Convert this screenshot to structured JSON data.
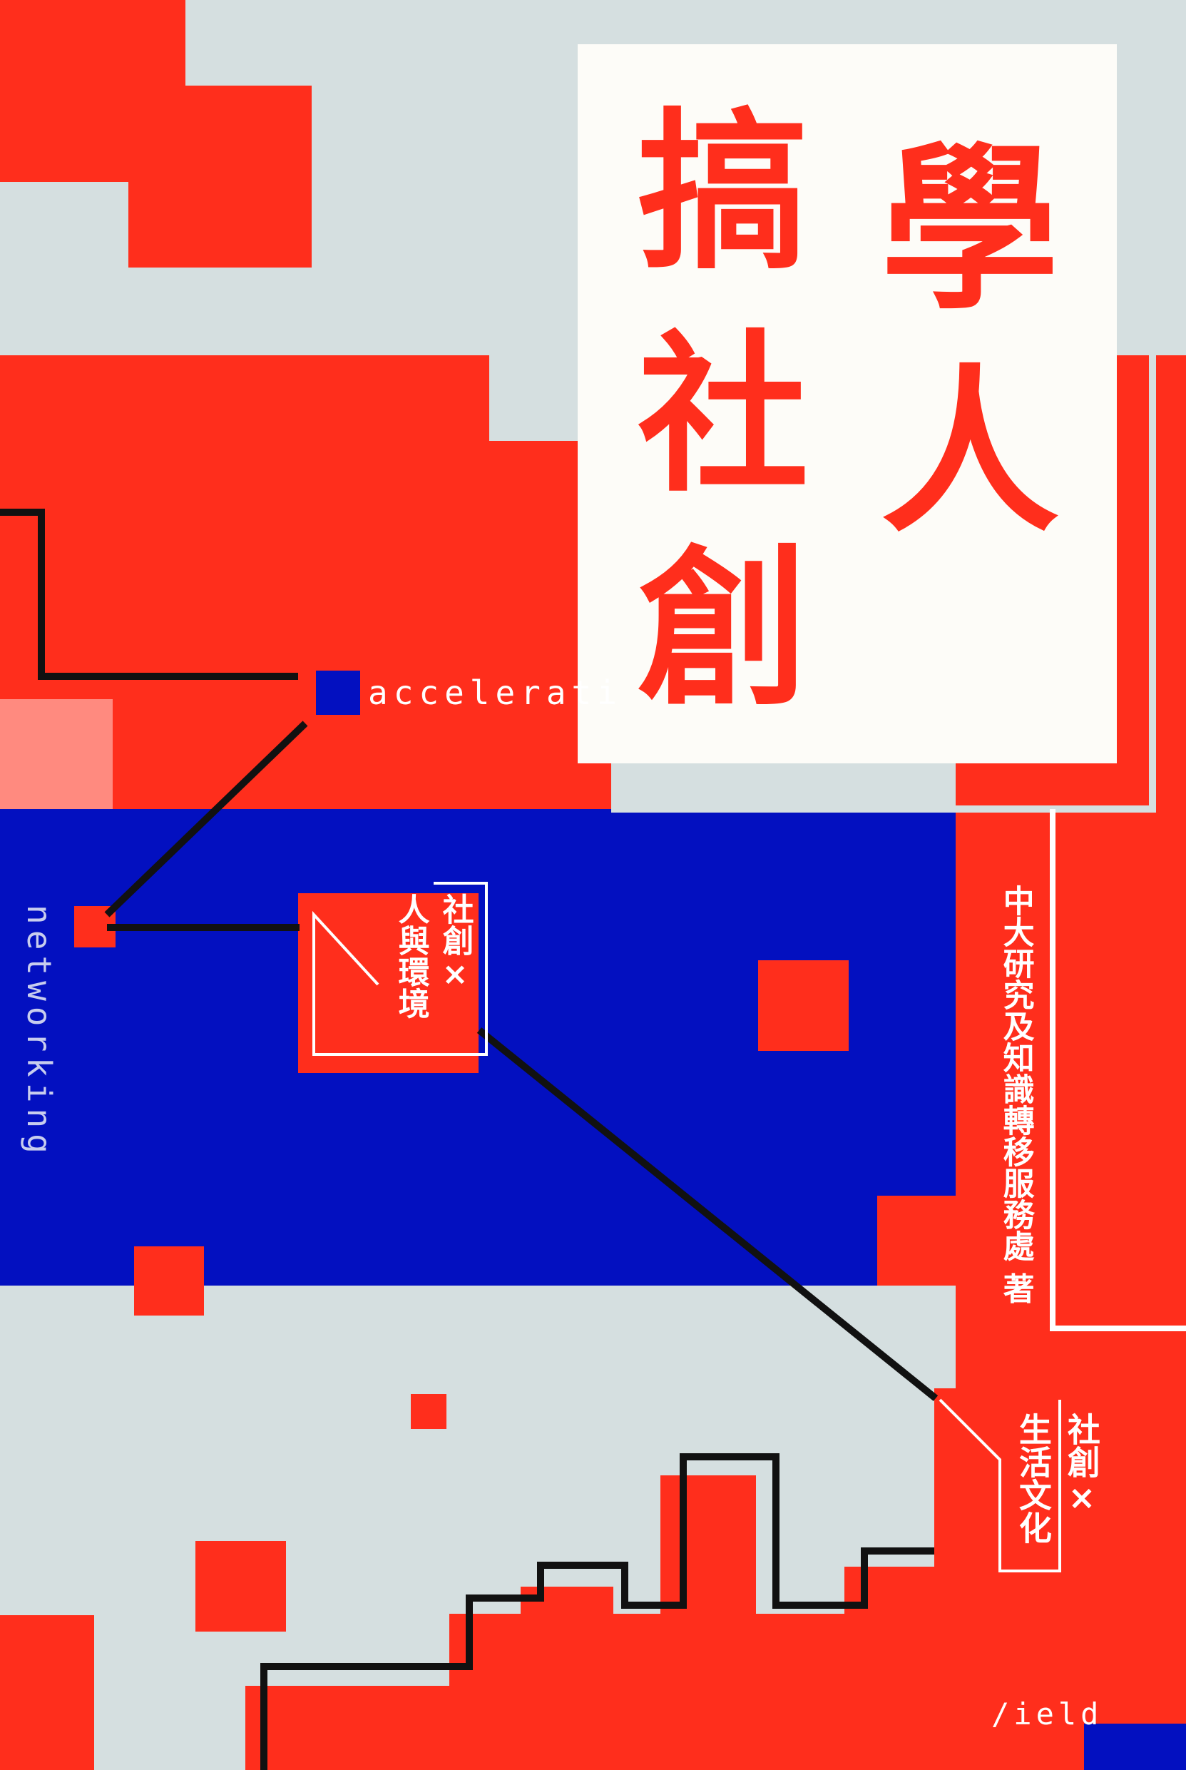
{
  "title": {
    "bracket_char": "學人",
    "chars_right": [
      "學",
      "人"
    ],
    "chars_left": [
      "搞",
      "社",
      "創"
    ]
  },
  "author": "中大研究及知識轉移服務處 著",
  "labels": {
    "env_part1": "社創×",
    "env_part2": "人與環境",
    "life_part1": "社創×",
    "life_part2": "生活文化"
  },
  "english_words": {
    "acceleration": "accelerati",
    "networking": "networking",
    "yield": "/ield"
  },
  "colors": {
    "red": "#ff2e1c",
    "blue": "#0310c0",
    "grey": "#d5dfe0",
    "white": "#fdfcf8"
  }
}
